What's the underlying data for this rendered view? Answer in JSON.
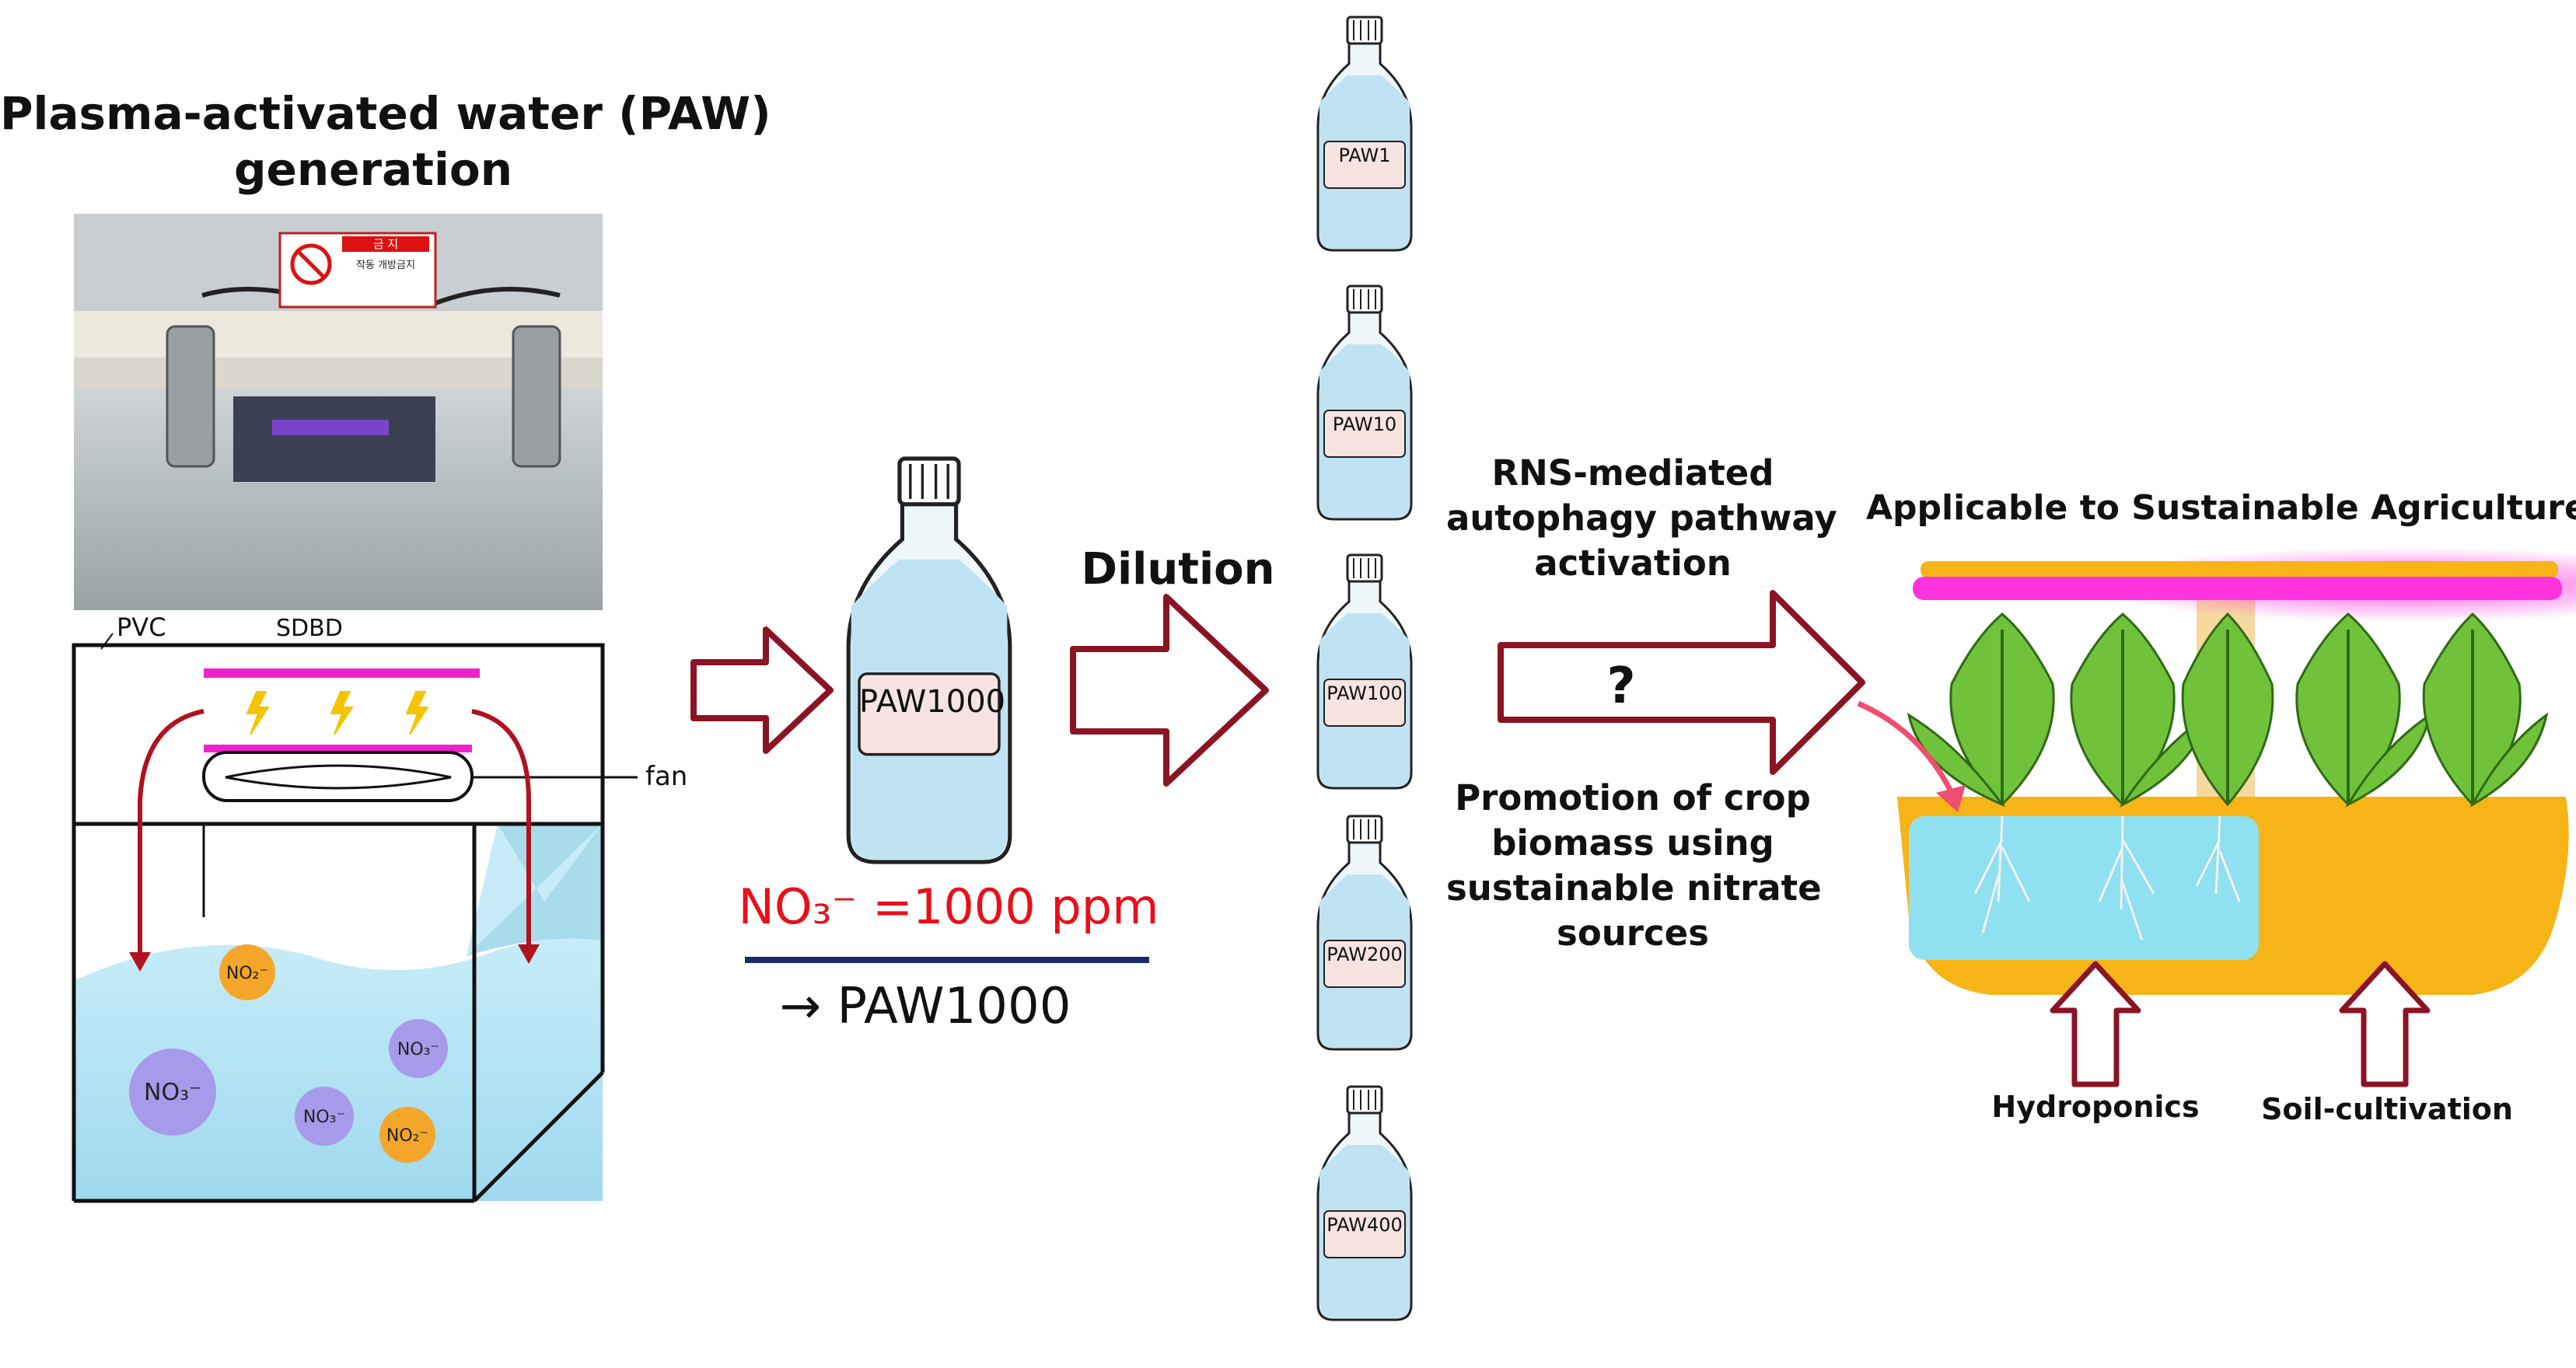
{
  "generation": {
    "title_line1": "Plasma-activated water (PAW)",
    "title_line2": "generation",
    "photo_sign_header": "금 지",
    "photo_sign_text1": "작동 개방금지",
    "label_pvc": "PVC",
    "label_sdbd": "SDBD",
    "label_fan": "fan",
    "ions": [
      "NO₂⁻",
      "NO₃⁻",
      "NO₃⁻",
      "NO₃⁻",
      "NO₂⁻"
    ]
  },
  "stock": {
    "bottle_label": "PAW1000",
    "concentration_formula": "NO₃⁻ =1000 ppm",
    "result_label": "→ PAW1000",
    "colors": {
      "formula": "#e8101a",
      "underline": "#1c2a6b"
    }
  },
  "dilution": {
    "label": "Dilution",
    "bottles": [
      "PAW1",
      "PAW10",
      "PAW100",
      "PAW200",
      "PAW400"
    ]
  },
  "mechanism": {
    "top_line1": "RNS-mediated",
    "top_line2": "autophagy pathway",
    "top_line3": "activation",
    "arrow_symbol": "?",
    "bottom_line1": "Promotion of crop",
    "bottom_line2": "biomass using",
    "bottom_line3": "sustainable nitrate",
    "bottom_line4": "sources"
  },
  "agriculture": {
    "title": "Applicable to Sustainable Agriculture",
    "label_hydroponics": "Hydroponics",
    "label_soil": "Soil-cultivation",
    "colors": {
      "lamp": "#ff33dd",
      "soil": "#f6b417",
      "water": "#8fe0f0",
      "leaf": "#6fc23a",
      "arrow": "#8b1424"
    }
  }
}
